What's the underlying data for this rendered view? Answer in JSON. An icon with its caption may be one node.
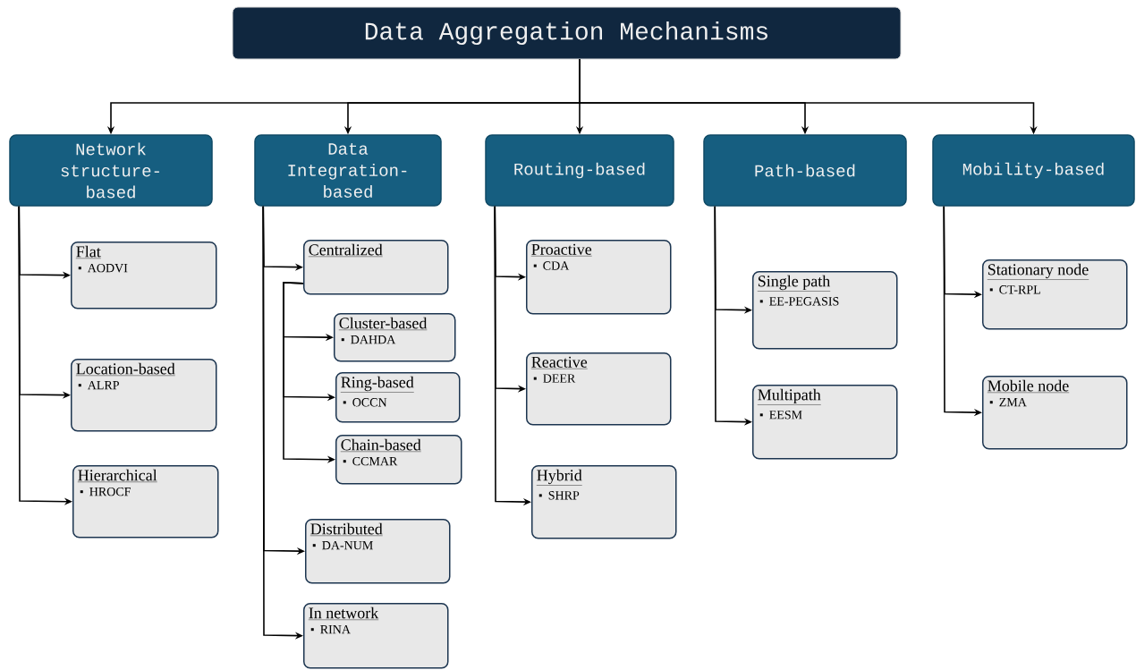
{
  "diagram": {
    "nodes": [
      {
        "text": [
          "Data Aggregation Mechanisms"
        ]
      },
      {
        "text": [
          "Network structure-based"
        ]
      },
      {
        "text": [
          "Data Integration-based"
        ]
      },
      {
        "text": [
          "Routing-based"
        ]
      },
      {
        "text": [
          "Path-based"
        ]
      },
      {
        "text": [
          "Mobility-based"
        ]
      },
      {
        "text": [
          "Flat",
          "AODVI"
        ]
      },
      {
        "text": [
          "Location-based",
          "ALRP"
        ]
      },
      {
        "text": [
          "Hierarchical",
          "HROCF"
        ]
      },
      {
        "text": [
          "Centralized"
        ]
      },
      {
        "text": [
          "Cluster-based",
          "DAHDA"
        ]
      },
      {
        "text": [
          "Ring-based",
          "OCCN"
        ]
      },
      {
        "text": [
          "Chain-based",
          "CCMAR"
        ]
      },
      {
        "text": [
          "Distributed",
          "DA-NUM"
        ]
      },
      {
        "text": [
          "In network",
          "RINA"
        ]
      },
      {
        "text": [
          "Proactive",
          "CDA"
        ]
      },
      {
        "text": [
          "Reactive",
          "DEER"
        ]
      },
      {
        "text": [
          "Hybrid",
          "SHRP"
        ]
      },
      {
        "text": [
          "Single path",
          "EE-PEGASIS"
        ]
      },
      {
        "text": [
          "Multipath",
          "EESM"
        ]
      },
      {
        "text": [
          "Stationary node",
          "CT-RPL"
        ]
      },
      {
        "text": [
          "Mobile node",
          "ZMA"
        ]
      }
    ],
    "edges": [
      {
        "from": 0,
        "to": 1,
        "arrow": "to"
      },
      {
        "from": 0,
        "to": 2,
        "arrow": "to"
      },
      {
        "from": 0,
        "to": 3,
        "arrow": "to"
      },
      {
        "from": 0,
        "to": 4,
        "arrow": "to"
      },
      {
        "from": 0,
        "to": 5,
        "arrow": "to"
      },
      {
        "from": 1,
        "to": 6,
        "arrow": "to"
      },
      {
        "from": 1,
        "to": 7,
        "arrow": "to"
      },
      {
        "from": 1,
        "to": 8,
        "arrow": "to"
      },
      {
        "from": 2,
        "to": 9,
        "arrow": "to"
      },
      {
        "from": 2,
        "to": 13,
        "arrow": "to"
      },
      {
        "from": 2,
        "to": 14,
        "arrow": "to"
      },
      {
        "from": 9,
        "to": 10,
        "arrow": "to"
      },
      {
        "from": 9,
        "to": 11,
        "arrow": "to"
      },
      {
        "from": 9,
        "to": 12,
        "arrow": "to"
      },
      {
        "from": 3,
        "to": 15,
        "arrow": "to"
      },
      {
        "from": 3,
        "to": 16,
        "arrow": "to"
      },
      {
        "from": 3,
        "to": 17,
        "arrow": "to"
      },
      {
        "from": 4,
        "to": 18,
        "arrow": "to"
      },
      {
        "from": 4,
        "to": 19,
        "arrow": "to"
      },
      {
        "from": 5,
        "to": 20,
        "arrow": "to"
      },
      {
        "from": 5,
        "to": 21,
        "arrow": "to"
      }
    ]
  }
}
